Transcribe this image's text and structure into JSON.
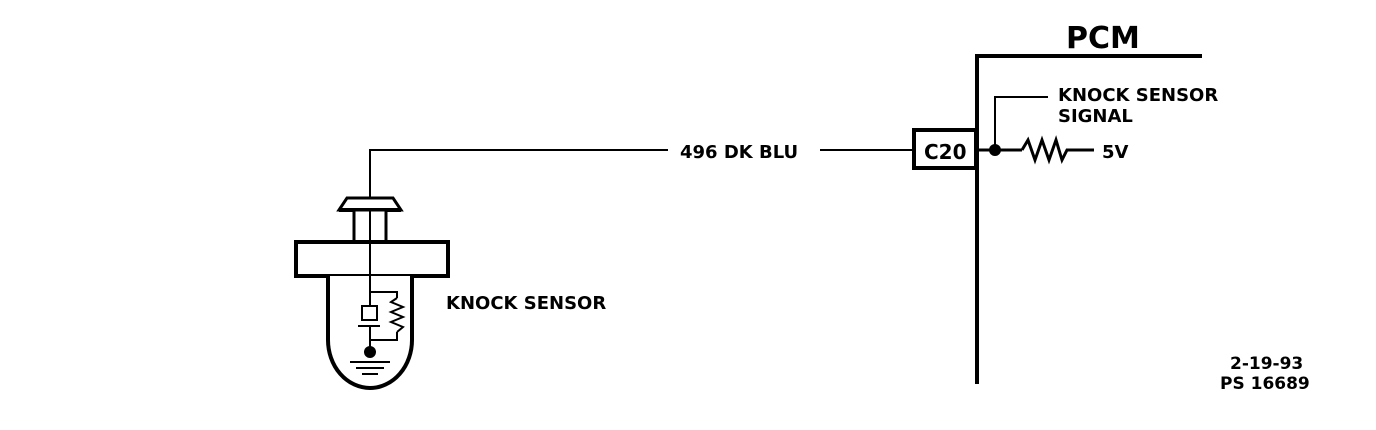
{
  "pcm": {
    "title": "PCM",
    "signal_label_line1": "KNOCK SENSOR",
    "signal_label_line2": "SIGNAL",
    "voltage": "5V",
    "connector": "C20"
  },
  "wire": {
    "label": "496 DK BLU"
  },
  "sensor": {
    "label": "KNOCK SENSOR"
  },
  "footer": {
    "date": "2-19-93",
    "ref": "PS 16689"
  },
  "colors": {
    "ink": "#000000",
    "background": "#ffffff"
  }
}
